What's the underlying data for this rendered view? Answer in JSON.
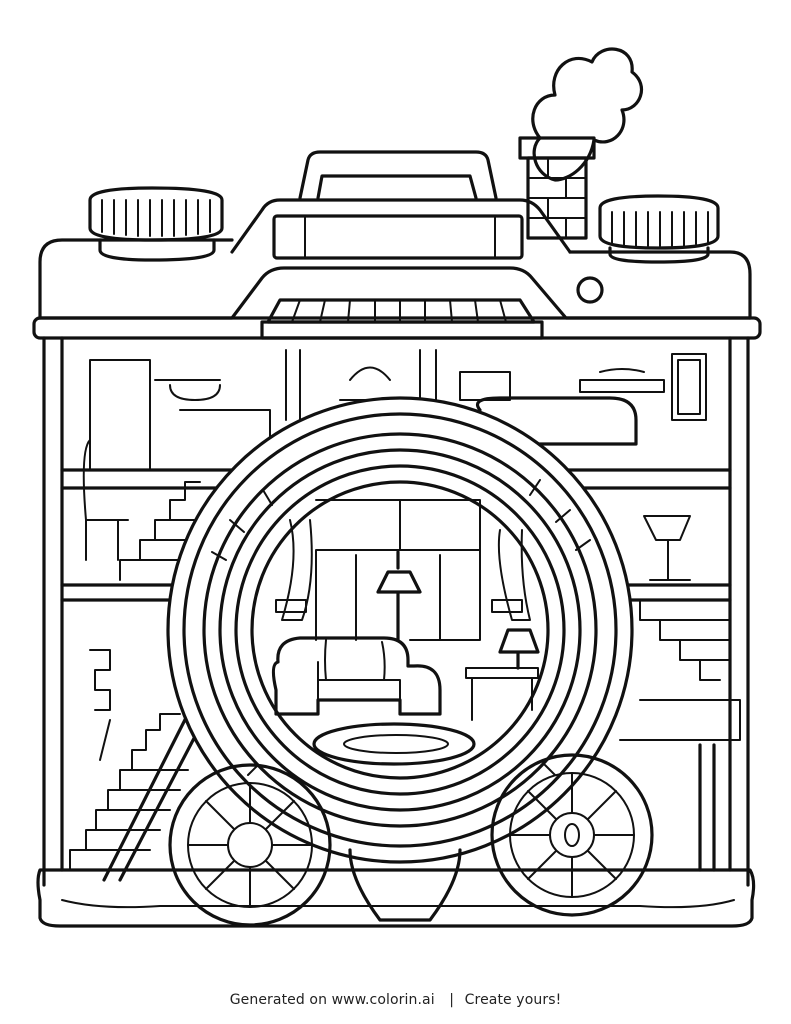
{
  "illustration": {
    "subject": "Camera-shaped house coloring page",
    "elements": [
      "camera-body",
      "chimney",
      "smoke-cloud",
      "left-dial",
      "right-dial",
      "handle",
      "viewfinder",
      "flash-dot",
      "porch-awning",
      "upper-floor-rooms",
      "lens-rings",
      "living-room-sofa",
      "floor-lamp",
      "side-table-lamp",
      "oval-rug",
      "staircases",
      "gears"
    ],
    "line_color": "#111111",
    "background_color": "#ffffff"
  },
  "footer": {
    "generated_text": "Generated on www.colorin.ai",
    "separator": "|",
    "cta_text": "Create yours!"
  }
}
